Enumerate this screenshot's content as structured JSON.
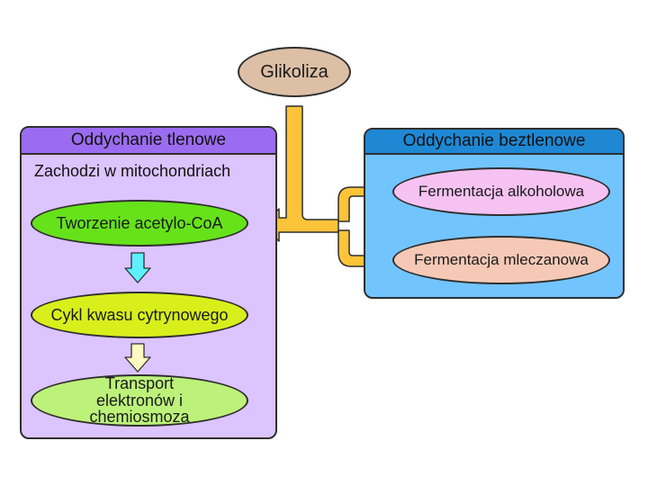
{
  "diagram": {
    "glycolysis": "Glikoliza",
    "aerobic": {
      "title": "Oddychanie tlenowe",
      "subtitle": "Zachodzi w mitochondriach",
      "steps": [
        "Tworzenie acetylo-CoA",
        "Cykl kwasu cytrynowego",
        "Transport elektronów i chemiosmoza"
      ]
    },
    "anaerobic": {
      "title": "Oddychanie beztlenowe",
      "types": [
        "Fermentacja alkoholowa",
        "Fermentacja mleczanowa"
      ]
    }
  },
  "colors": {
    "aerobic_header": "#9b6cf0",
    "aerobic_body": "#dcc4ff",
    "anaerobic_header": "#1e88d4",
    "anaerobic_body": "#72c4ff",
    "glycolysis_fill": "#ddbfa5",
    "step1_fill": "#66e21a",
    "step2_fill": "#d8ef1c",
    "step3_fill": "#bdf27a",
    "ferment_fill": "#f5c2f2",
    "ferment2_fill": "#f6c9b6",
    "connector": "#fdc43a",
    "down_arrow1": "#5ef0ff",
    "down_arrow2": "#fffac0"
  }
}
